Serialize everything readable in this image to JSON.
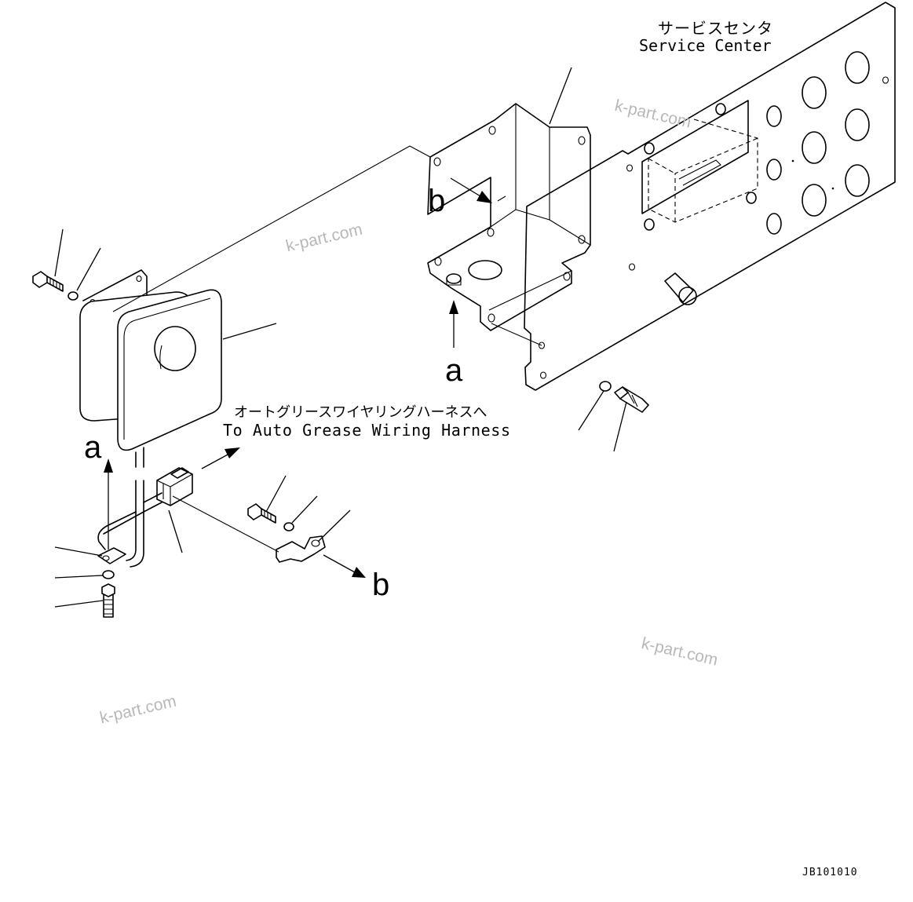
{
  "service_center": {
    "label_jp": "サービスセンタ",
    "label_en": "Service Center"
  },
  "harness_note": {
    "label_jp": "オートグリースワイヤリングハーネスへ",
    "label_en": "To Auto Grease Wiring Harness"
  },
  "views": {
    "a": "a",
    "b": "b"
  },
  "watermark": "k-part.com",
  "drawing_code": "JB101010"
}
